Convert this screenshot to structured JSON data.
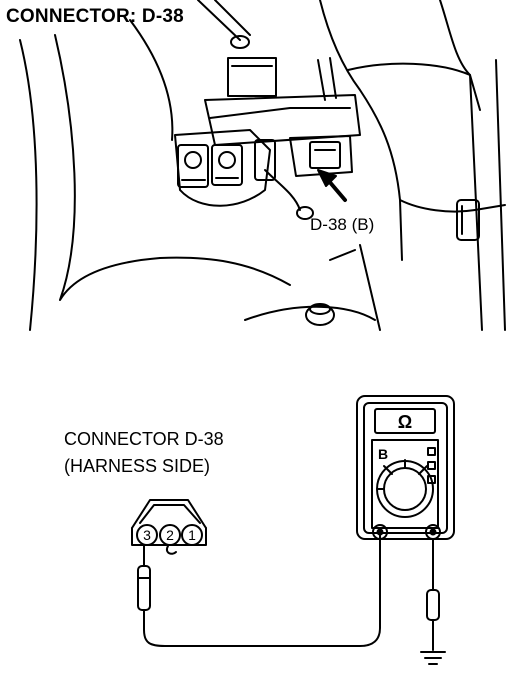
{
  "diagram": {
    "title": "CONNECTOR: D-38",
    "callout_label": "D-38 (B)",
    "connector_label_line1": "CONNECTOR D-38",
    "connector_label_line2": "(HARNESS SIDE)",
    "connector_pins": [
      "3",
      "2",
      "1"
    ],
    "meter_display_symbol": "Ω",
    "meter_selector_letter": "B",
    "probe_pin": "3",
    "ground": "ground-symbol"
  },
  "colors": {
    "ink": "#000000",
    "paper": "#ffffff"
  }
}
